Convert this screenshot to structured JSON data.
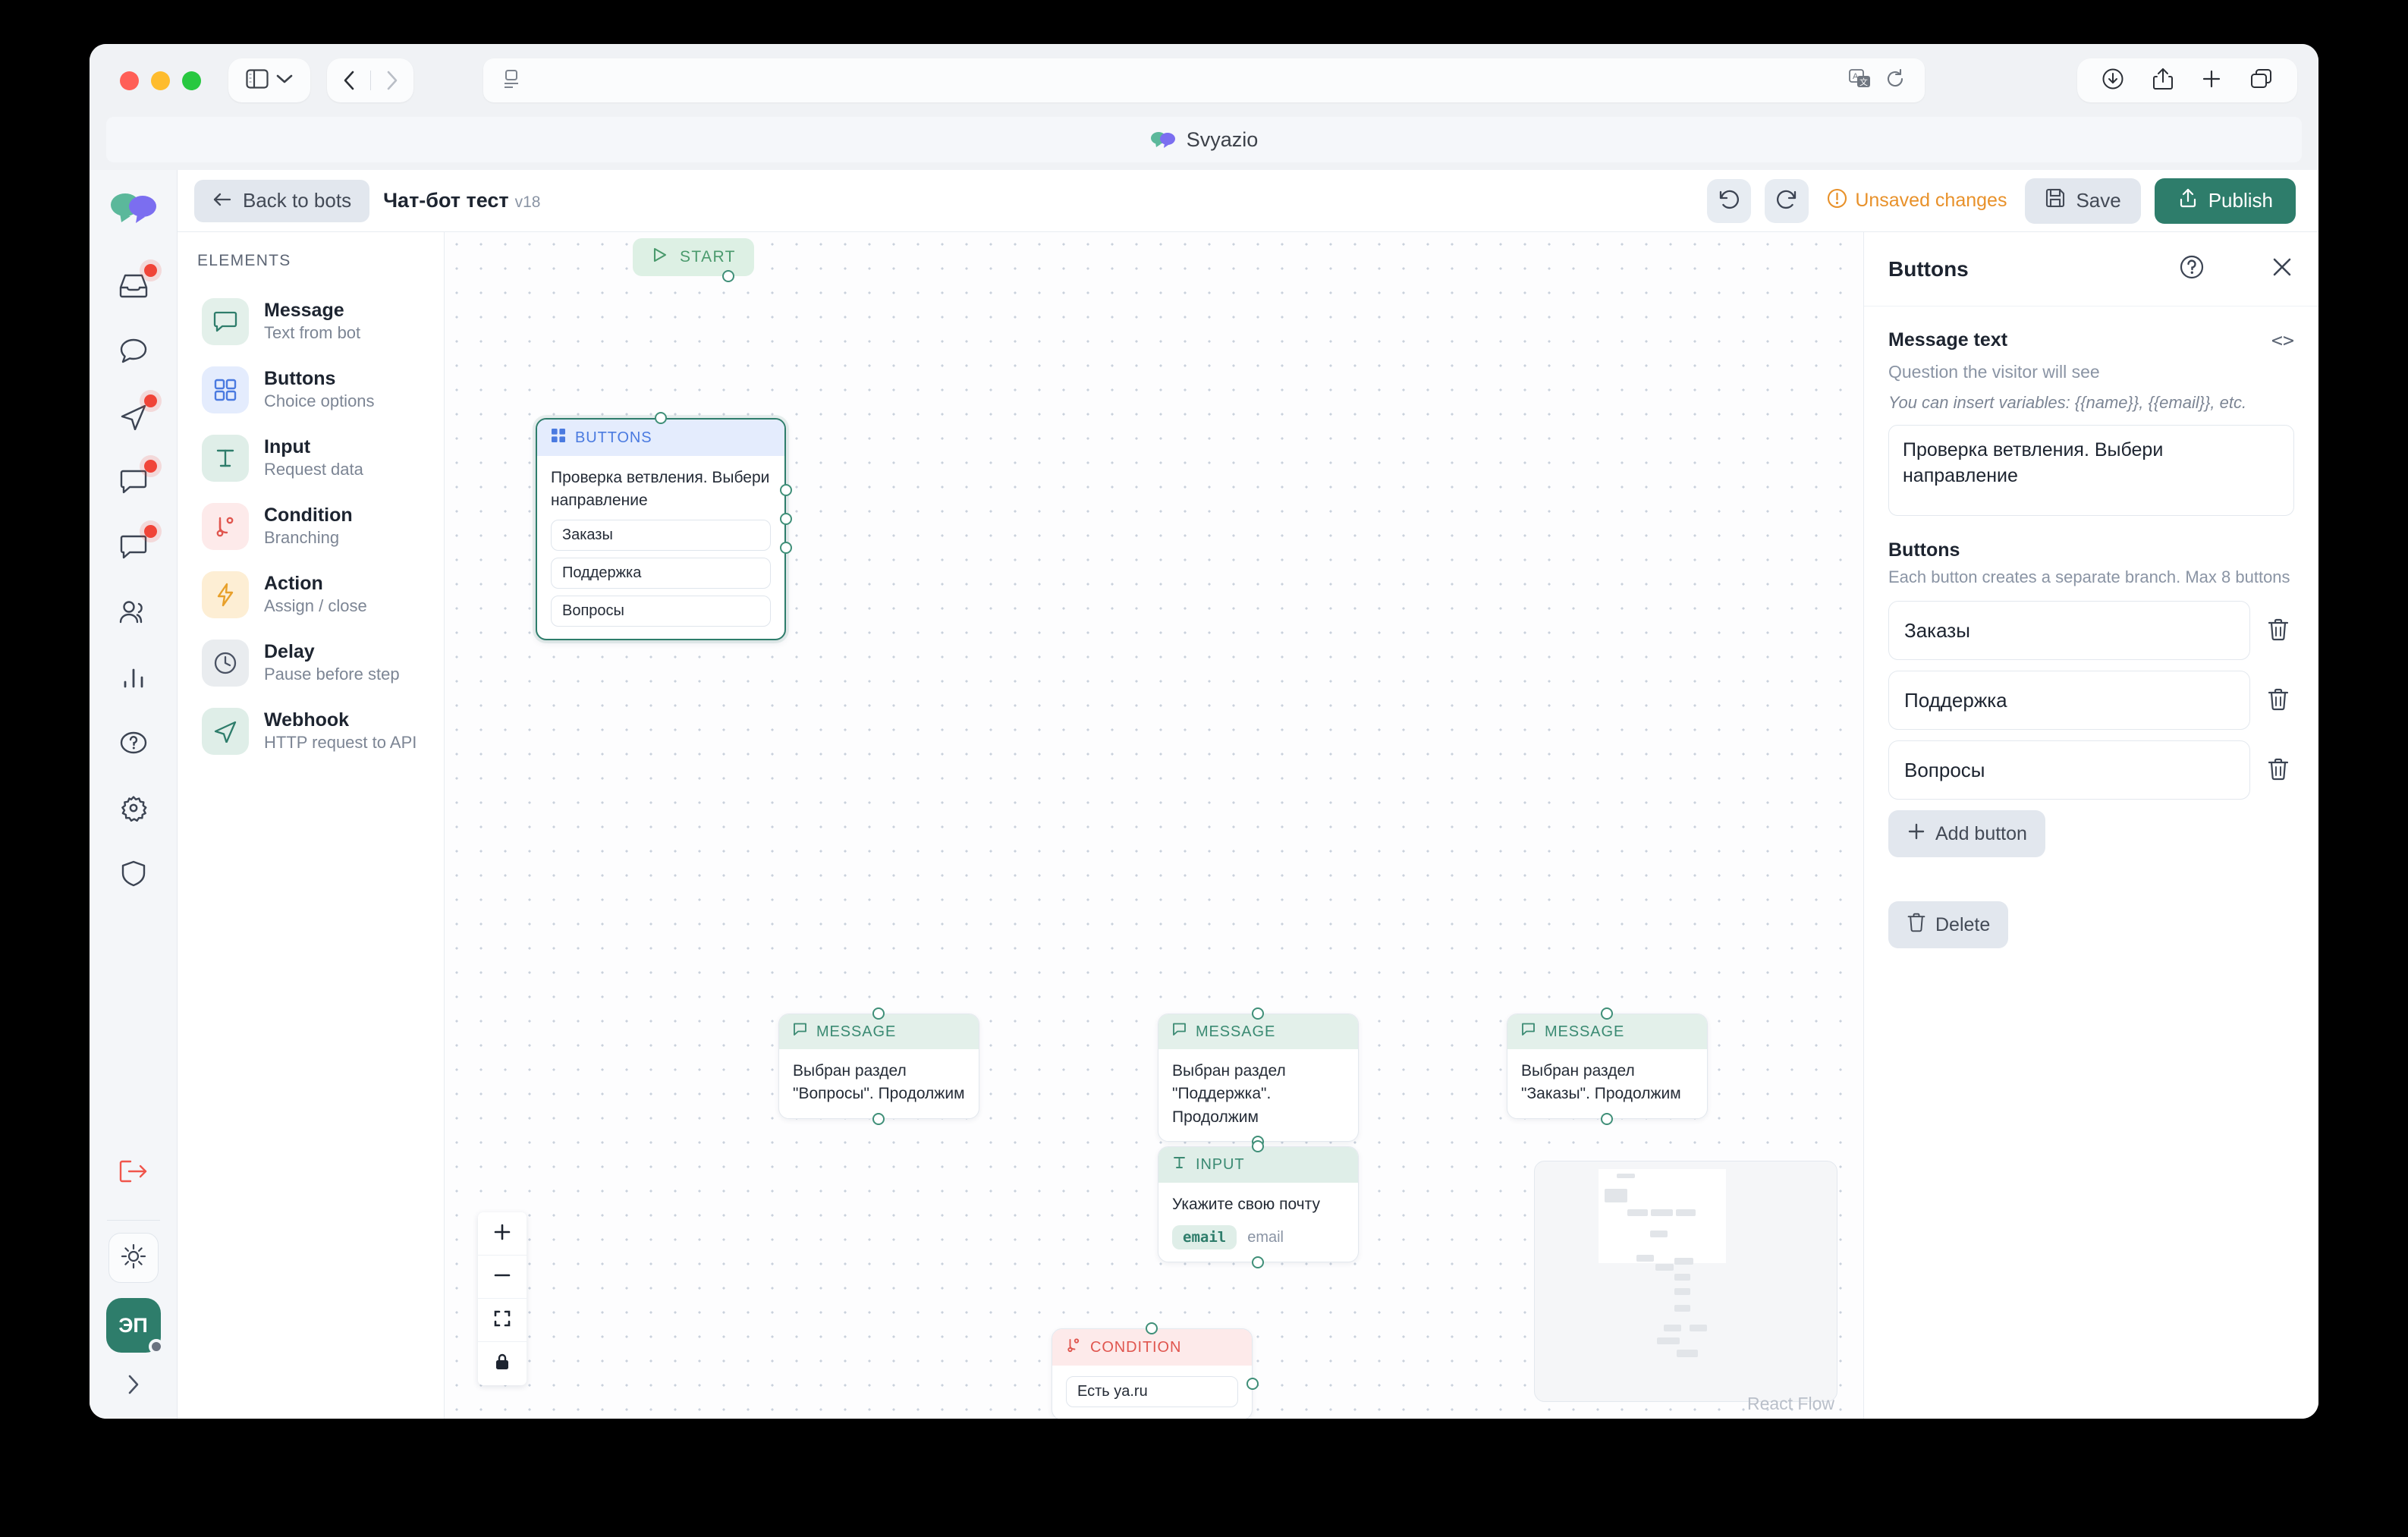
{
  "browser": {
    "tab_title": "Svyazio",
    "traffic_lights": [
      "close",
      "minimize",
      "zoom"
    ],
    "toolbar_icons": [
      "sidebar-icon",
      "chevron-down-icon",
      "back-icon",
      "forward-icon",
      "reader-icon",
      "translate-icon",
      "reload-icon",
      "downloads-icon",
      "share-icon",
      "new-tab-icon",
      "tab-overview-icon"
    ]
  },
  "rail": {
    "logo": "svyazio-logo",
    "items": [
      {
        "icon": "inbox-icon",
        "badge": true
      },
      {
        "icon": "chat-bubble-icon",
        "badge": false
      },
      {
        "icon": "send-icon",
        "badge": true
      },
      {
        "icon": "message-square-icon",
        "badge": true
      },
      {
        "icon": "message-square-alt-icon",
        "badge": true
      },
      {
        "icon": "users-icon",
        "badge": false
      },
      {
        "icon": "analytics-icon",
        "badge": false
      },
      {
        "icon": "help-circle-icon",
        "badge": false
      },
      {
        "icon": "gear-icon",
        "badge": false
      },
      {
        "icon": "shield-icon",
        "badge": false
      },
      {
        "icon": "logout-icon",
        "badge": false
      }
    ],
    "theme_icon": "sun-icon",
    "avatar_initials": "ЭП",
    "expand_icon": "chevron-right-icon"
  },
  "topbar": {
    "back_label": "Back to bots",
    "bot_name": "Чат-бот тест",
    "version": "v18",
    "undo_icon": "undo-icon",
    "redo_icon": "redo-icon",
    "unsaved_label": "Unsaved changes",
    "save_label": "Save",
    "publish_label": "Publish",
    "accent_green": "#2e7d6b",
    "warning_orange": "#e8912a"
  },
  "palette": {
    "title": "ELEMENTS",
    "items": [
      {
        "name": "Message",
        "sub": "Text from bot",
        "icon": "message-icon",
        "bg": "#e3f0ea",
        "fg": "#2e7d6b"
      },
      {
        "name": "Buttons",
        "sub": "Choice options",
        "icon": "grid-icon",
        "bg": "#e4ecfd",
        "fg": "#4a7ae0"
      },
      {
        "name": "Input",
        "sub": "Request data",
        "icon": "text-input-icon",
        "bg": "#dfeee8",
        "fg": "#2e7d6b"
      },
      {
        "name": "Condition",
        "sub": "Branching",
        "icon": "branch-icon",
        "bg": "#fdeaea",
        "fg": "#e0564f"
      },
      {
        "name": "Action",
        "sub": "Assign / close",
        "icon": "bolt-icon",
        "bg": "#fdeed4",
        "fg": "#e8a02a"
      },
      {
        "name": "Delay",
        "sub": "Pause before step",
        "icon": "clock-icon",
        "bg": "#e9ecef",
        "fg": "#4a5263"
      },
      {
        "name": "Webhook",
        "sub": "HTTP request to API",
        "icon": "send-icon",
        "bg": "#dfeee8",
        "fg": "#2e7d6b"
      }
    ]
  },
  "canvas": {
    "start_label": "START",
    "nodes": {
      "buttons": {
        "type_label": "BUTTONS",
        "text": "Проверка ветвления. Выбери направление",
        "options": [
          "Заказы",
          "Поддержка",
          "Вопросы"
        ]
      },
      "msg_voprosy": {
        "type_label": "MESSAGE",
        "text": "Выбран раздел \"Вопросы\". Продолжим"
      },
      "msg_podderzhka": {
        "type_label": "MESSAGE",
        "text": "Выбран раздел \"Поддержка\". Продолжим"
      },
      "msg_zakazy": {
        "type_label": "MESSAGE",
        "text": "Выбран раздел \"Заказы\". Продолжим"
      },
      "input": {
        "type_label": "INPUT",
        "text": "Укажите свою почту",
        "var_type": "email",
        "var_name": "email"
      },
      "condition": {
        "type_label": "CONDITION",
        "rule": "Есть ya.ru"
      }
    },
    "controls": [
      "zoom-in-icon",
      "zoom-out-icon",
      "fit-view-icon",
      "lock-icon"
    ],
    "watermark": "React Flow"
  },
  "inspector": {
    "title": "Buttons",
    "help_icon": "help-circle-icon",
    "close_icon": "close-icon",
    "message_label": "Message text",
    "code_toggle": "<>",
    "message_help": "Question the visitor will see",
    "message_hint": "You can insert variables: {{name}}, {{email}}, etc.",
    "message_value": "Проверка ветвления. Выбери направление",
    "buttons_label": "Buttons",
    "buttons_help": "Each button creates a separate branch. Max 8 buttons",
    "buttons": [
      "Заказы",
      "Поддержка",
      "Вопросы"
    ],
    "add_label": "Add button",
    "delete_label": "Delete"
  }
}
